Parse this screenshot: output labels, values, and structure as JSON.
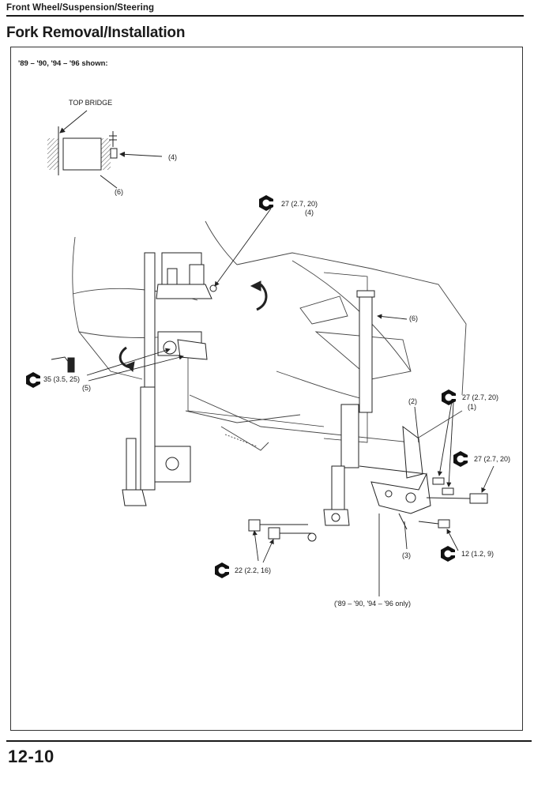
{
  "header": {
    "section": "Front Wheel/Suspension/Steering",
    "title": "Fork Removal/Installation"
  },
  "figure": {
    "shown_note": "'89 – '90, '94 – '96 shown:",
    "inset": {
      "top_bridge_label": "TOP BRIDGE",
      "callout_4": "(4)",
      "callout_6": "(6)"
    },
    "torque_top_value": "27 (2.7, 20)",
    "torque_top_ref": "(4)",
    "callout_6_main": "(6)",
    "torque_left_value": "35 (3.5, 25)",
    "torque_left_ref": "(5)",
    "callout_2": "(2)",
    "torque_r1_value": "27 (2.7, 20)",
    "torque_r1_ref": "(1)",
    "torque_r2_value": "27 (2.7, 20)",
    "callout_3": "(3)",
    "torque_r3_value": "12 (1.2, 9)",
    "torque_bottom_value": "22 (2.2, 16)",
    "bottom_note": "('89 – '90, '94 – '96 only)"
  },
  "footer": {
    "page_number": "12-10"
  }
}
